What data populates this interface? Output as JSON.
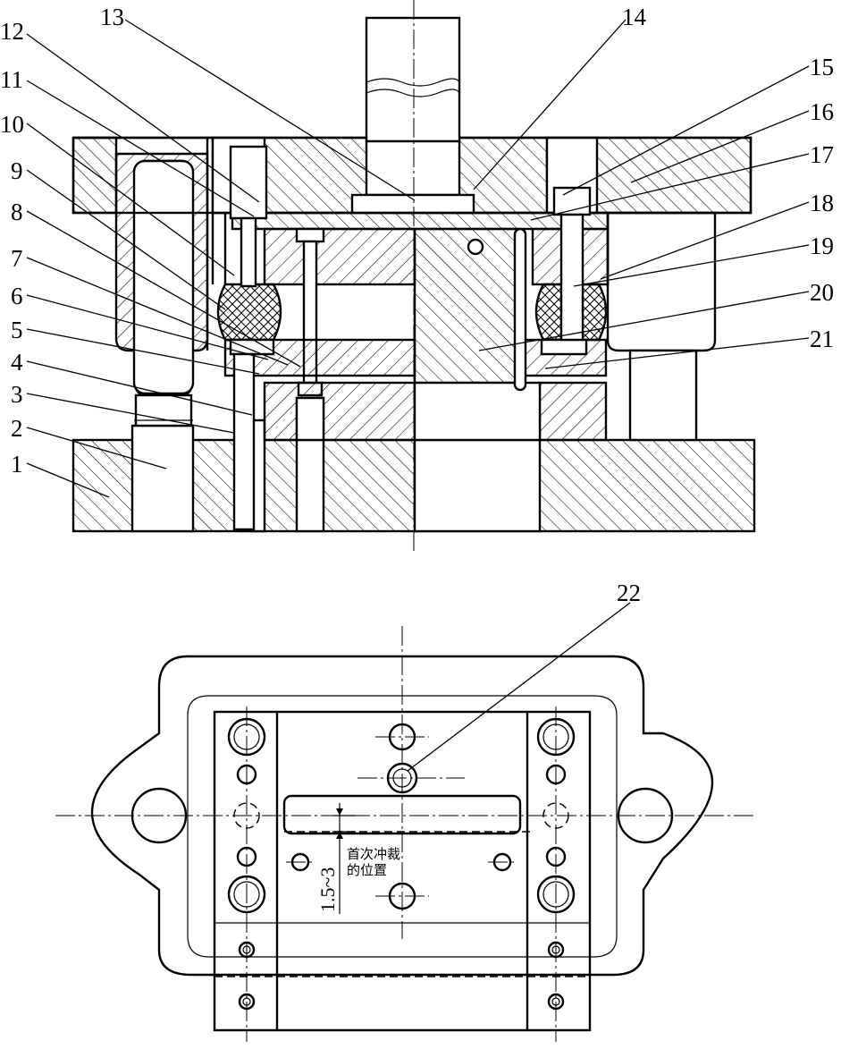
{
  "part_labels": [
    "1",
    "2",
    "3",
    "4",
    "5",
    "6",
    "7",
    "8",
    "9",
    "10",
    "11",
    "12",
    "13",
    "14",
    "15",
    "16",
    "17",
    "18",
    "19",
    "20",
    "21",
    "22"
  ],
  "first_punch_note": [
    "首次冲裁",
    "的位置"
  ],
  "dimension_text": "1.5~3"
}
